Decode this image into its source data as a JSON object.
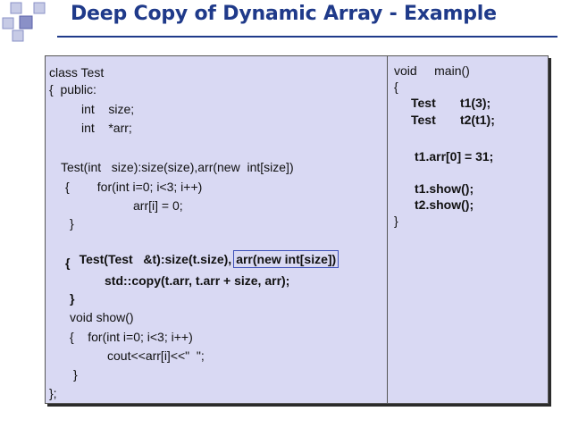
{
  "slide": {
    "title": "Deep Copy of Dynamic Array - Example"
  },
  "code_left": {
    "lines": [
      "class Test",
      "{  public:",
      "int    size;",
      "int    *arr;",
      "Test(int   size):size(size),arr(new  int[size])",
      "{        for(int i=0; i<3; i++)",
      "arr[i] = 0;",
      "}",
      "Test(Test   &t):size(t.size),",
      "arr(new int[size])",
      "{",
      "std::copy(t.arr, t.arr + size, arr);",
      "}",
      "void show()",
      "{    for(int i=0; i<3; i++)",
      "cout<<arr[i]<<\"  \";",
      "}",
      "};"
    ]
  },
  "code_right": {
    "lines": [
      "void     main()",
      "{",
      "Test       t1(3);",
      "Test       t2(t1);",
      "t1.arr[0] = 31;",
      "t1.show();",
      "t2.show();",
      "}"
    ]
  }
}
